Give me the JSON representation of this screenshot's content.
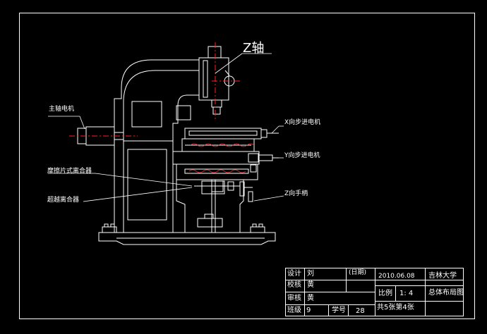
{
  "labels": {
    "z_axis": "Z轴",
    "spindle_motor": "主轴电机",
    "x_motor": "X向步进电机",
    "y_motor": "Y向步进电机",
    "friction_clutch": "摩擦片式离合器",
    "tooth_clutch": "超越离合器",
    "z_handwheel": "Z向手柄"
  },
  "title_block": {
    "design_label": "设计",
    "design_name": "刘",
    "date_label": "(日期)",
    "date": "2010.06.08",
    "school": "吉林大学",
    "check_label": "校核",
    "check_name": "黄",
    "drawing_title": "总体布局图",
    "scale_label": "比例",
    "scale_value": "1: 4",
    "review_label": "审核",
    "review_name": "黄",
    "sheets": "共5张第4张",
    "class_label": "班级",
    "class_value": "9",
    "number_label": "学号",
    "number_value": "28"
  },
  "colors": {
    "background": "#000000",
    "line": "#ffffff",
    "centerline": "#ff2020",
    "spring": "#ff3030"
  }
}
